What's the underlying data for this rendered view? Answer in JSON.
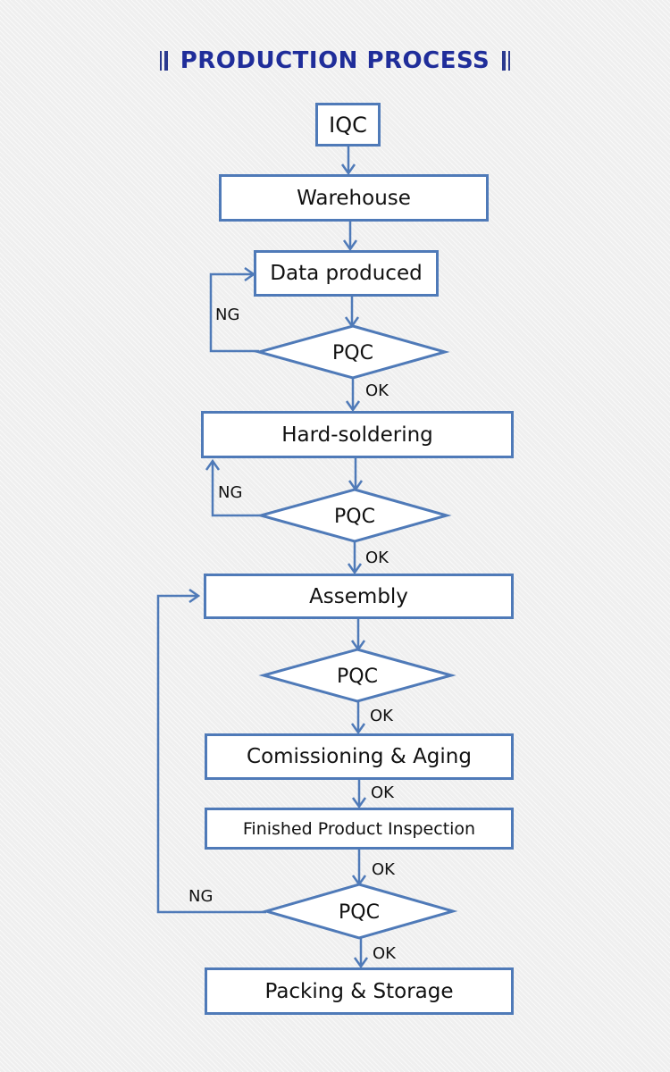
{
  "title": "PRODUCTION PROCESS",
  "steps": {
    "iqc": "IQC",
    "warehouse": "Warehouse",
    "data_produced": "Data produced",
    "hard_soldering": "Hard-soldering",
    "assembly": "Assembly",
    "commissioning": "Comissioning & Aging",
    "inspection": "Finished Product Inspection",
    "packing": "Packing & Storage"
  },
  "decisions": [
    "PQC",
    "PQC",
    "PQC",
    "PQC"
  ],
  "edge_labels": {
    "ok": "OK",
    "ng": "NG"
  },
  "colors": {
    "title": "#1f2d9a",
    "shape_stroke": "#4f7ab8",
    "background": "#efefef"
  }
}
